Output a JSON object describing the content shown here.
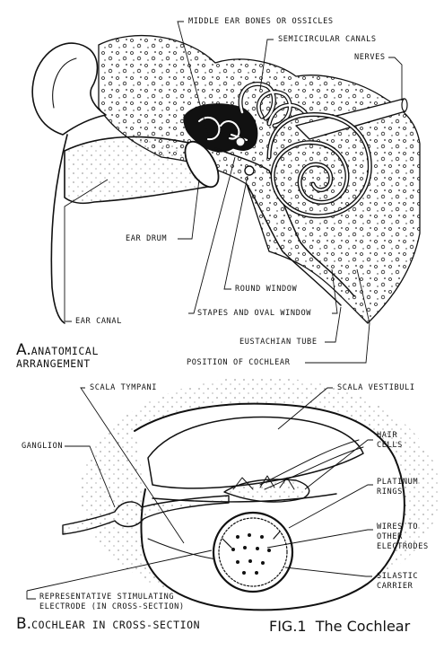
{
  "labels": {
    "middle_ear_bones": "MIDDLE EAR BONES OR OSSICLES",
    "semicircular_canals": "SEMICIRCULAR CANALS",
    "nerves": "NERVES",
    "ear_drum": "EAR DRUM",
    "ear_canal": "EAR CANAL",
    "round_window": "ROUND WINDOW",
    "stapes_oval_window": "STAPES AND OVAL WINDOW",
    "eustachian_tube": "EUSTACHIAN TUBE",
    "position_of_cochlear": "POSITION OF COCHLEAR",
    "scala_tympani": "SCALA TYMPANI",
    "scala_vestibuli": "SCALA VESTIBULI",
    "ganglion": "GANGLION",
    "hair_cells_1": "HAIR",
    "hair_cells_2": "CELLS",
    "platinum_rings_1": "PLATINUM",
    "platinum_rings_2": "RINGS",
    "wires_1": "WIRES TO",
    "wires_2": "OTHER",
    "wires_3": "ELECTRODES",
    "silastic_1": "SILASTIC",
    "silastic_2": "CARRIER",
    "electrode_1": "REPRESENTATIVE  STIMULATING",
    "electrode_2": "ELECTRODE (IN CROSS-SECTION)"
  },
  "sections": {
    "a_letter": "A.",
    "a_title_1": "ANATOMICAL",
    "a_title_2": "ARRANGEMENT",
    "b_letter": "B.",
    "b_title": "COCHLEAR IN CROSS-SECTION"
  },
  "figure": {
    "number": "FIG.1",
    "title": "The Cochlear"
  }
}
